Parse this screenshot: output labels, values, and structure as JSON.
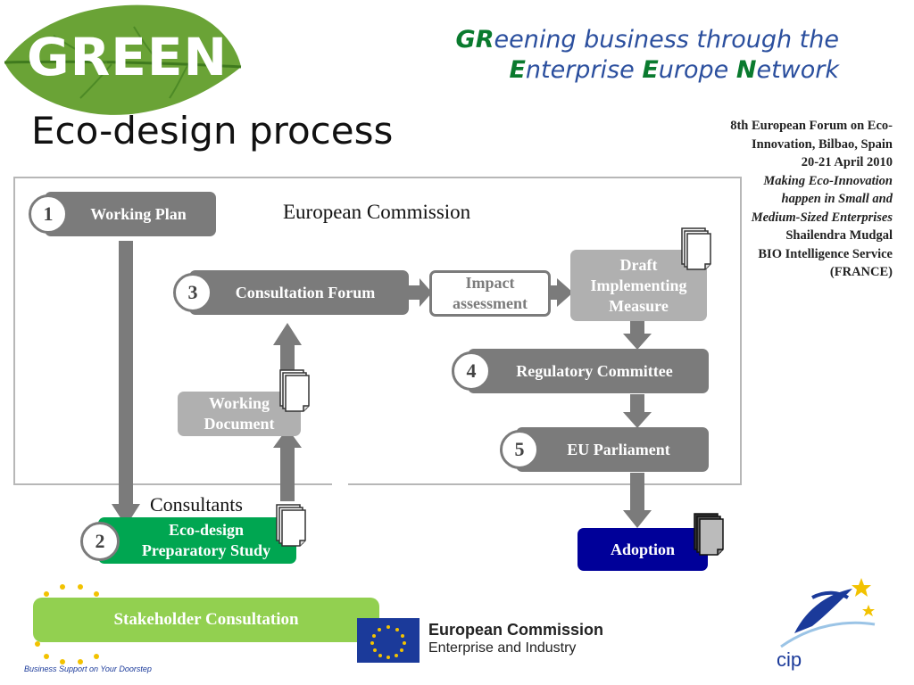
{
  "header": {
    "logo_text": "GREEN",
    "tagline_line1_prefix": "GR",
    "tagline_line1_rest": "eening business through the",
    "tagline_line2_e1": "E",
    "tagline_line2_a": "nterprise ",
    "tagline_line2_e2": "E",
    "tagline_line2_b": "urope ",
    "tagline_line2_n": "N",
    "tagline_line2_c": "etwork",
    "title": "Eco-design process"
  },
  "conference": {
    "line1": "8th European Forum on Eco-",
    "line2": "Innovation, Bilbao, Spain",
    "line3": "20-21 April 2010",
    "line4": "Making Eco-Innovation",
    "line5": "happen in Small and",
    "line6": "Medium-Sized Enterprises",
    "line7": "Shailendra Mudgal",
    "line8": "BIO Intelligence Service",
    "line9": "(FRANCE)"
  },
  "diagram": {
    "european_commission_label": "European Commission",
    "consultants_label": "Consultants",
    "steps": [
      {
        "number": "1",
        "label": "Working Plan"
      },
      {
        "number": "2",
        "label_line1": "Eco-design",
        "label_line2": "Preparatory Study"
      },
      {
        "number": "3",
        "label": "Consultation Forum"
      },
      {
        "number": "4",
        "label": "Regulatory Committee"
      },
      {
        "number": "5",
        "label": "EU Parliament"
      }
    ],
    "impact_line1": "Impact",
    "impact_line2": "assessment",
    "draft_line1": "Draft",
    "draft_line2": "Implementing",
    "draft_line3": "Measure",
    "working_doc_line1": "Working",
    "working_doc_line2": "Document",
    "adoption": "Adoption",
    "stakeholder": "Stakeholder Consultation",
    "colors": {
      "dark_box": "#7b7b7b",
      "light_box": "#b0b0b0",
      "green_box": "#00a651",
      "adoption_box": "#000099",
      "stakeholder_box": "#92d050"
    }
  },
  "footer": {
    "ec_title": "European Commission",
    "ec_subtitle": "Enterprise and Industry",
    "een_tagline": "Business Support on Your Doorstep",
    "cip_text": "cip"
  }
}
